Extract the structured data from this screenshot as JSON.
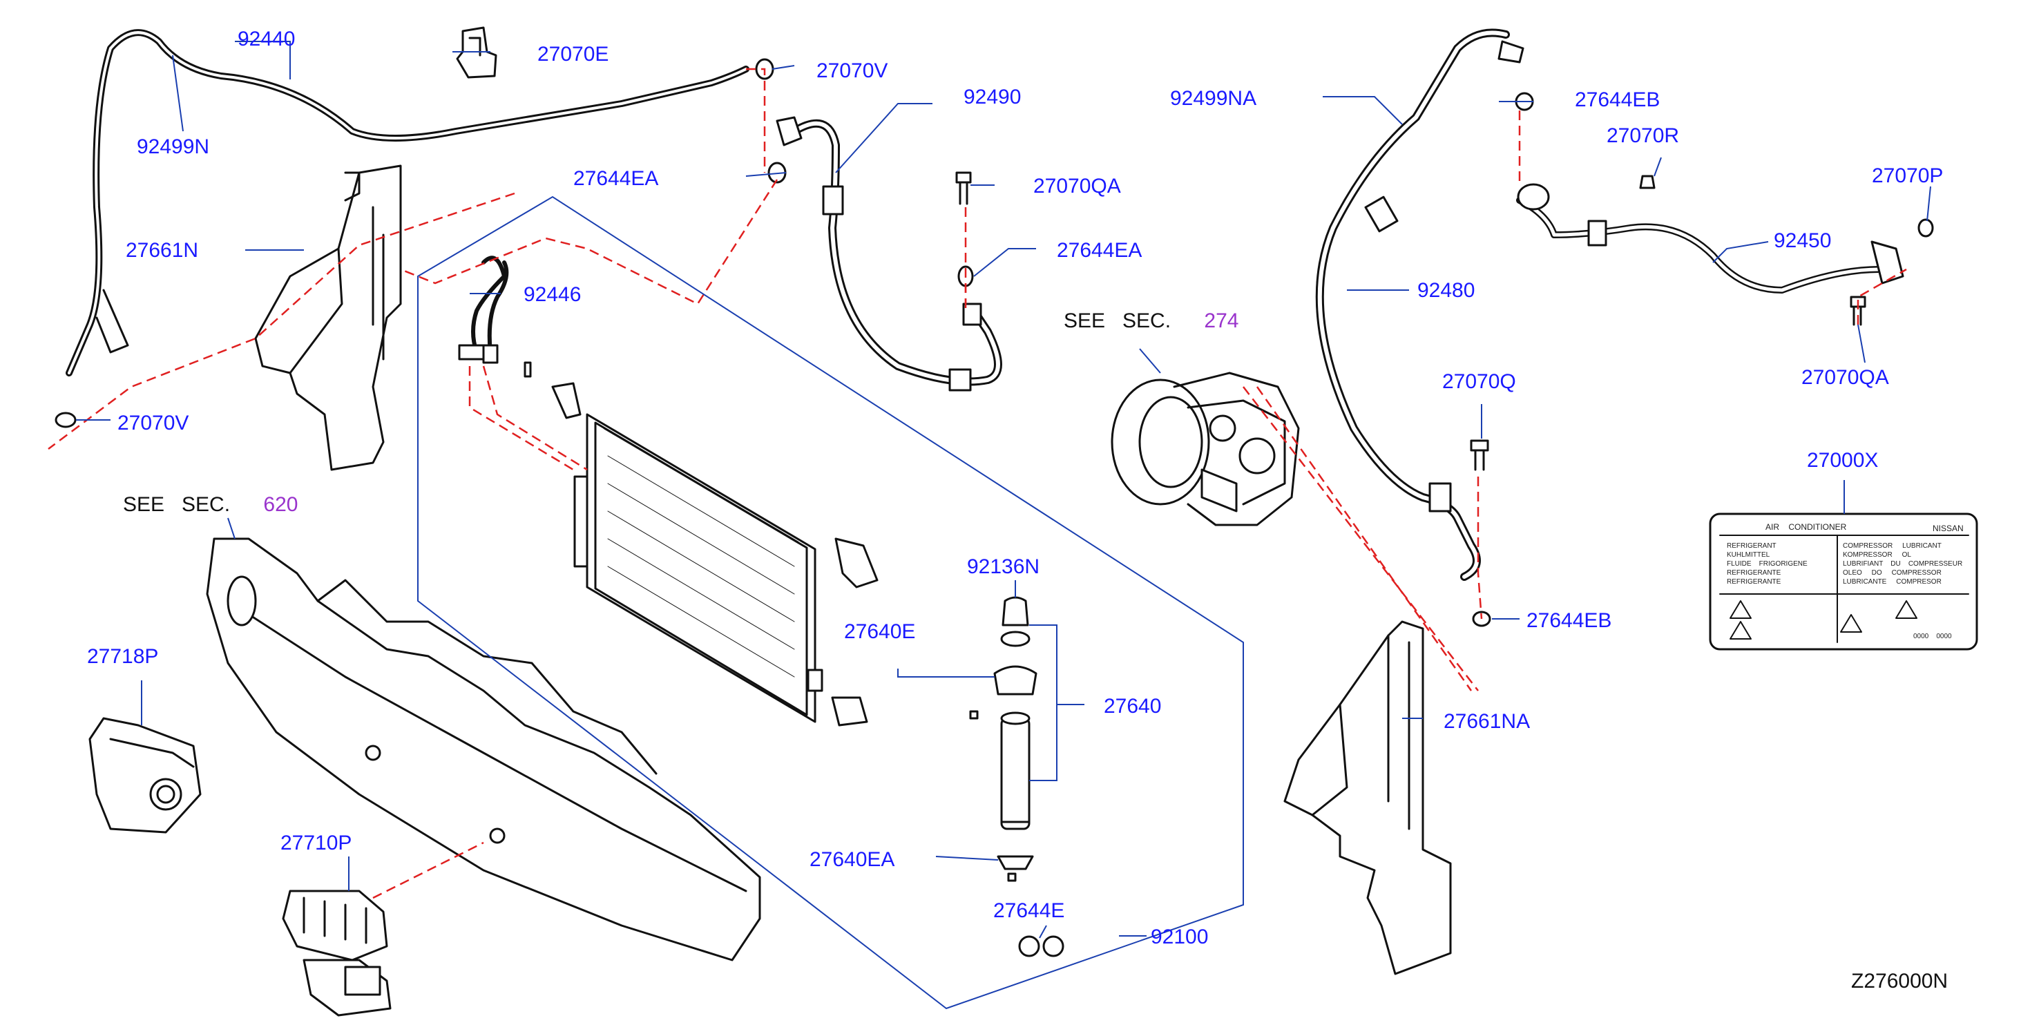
{
  "colors": {
    "label": "#1a1aff",
    "reference": "#9933cc",
    "leader": "#1a3fb0",
    "dash": "#e02020",
    "part": "#111111"
  },
  "labels": {
    "l92440": "92440",
    "l27070E": "27070E",
    "l27070V_top": "27070V",
    "l92490": "92490",
    "l92499N": "92499N",
    "l27644EA_top": "27644EA",
    "l27070QA_mid": "27070QA",
    "l27661N": "27661N",
    "l27644EA_mid": "27644EA",
    "l92446": "92446",
    "l27070V_left": "27070V",
    "l92499NA": "92499NA",
    "l27644EB_top": "27644EB",
    "l27070R": "27070R",
    "l27070P": "27070P",
    "l92450": "92450",
    "l92480": "92480",
    "l27070QA_right": "27070QA",
    "l27070Q": "27070Q",
    "l27000X": "27000X",
    "l27644EB_bot": "27644EB",
    "l27661NA": "27661NA",
    "l92136N": "92136N",
    "l27640E": "27640E",
    "l27640": "27640",
    "l27718P": "27718P",
    "l27640EA": "27640EA",
    "l27710P": "27710P",
    "l27644E": "27644E",
    "l92100": "92100",
    "diagram_code": "Z276000N"
  },
  "refs": {
    "see_sec_274": {
      "prefix": "SEE   SEC.",
      "num": "274"
    },
    "see_sec_620": {
      "prefix": "SEE   SEC.",
      "num": "620"
    }
  },
  "ac_label": {
    "title": "AIR    CONDITIONER",
    "brand": "NISSAN",
    "left_col": [
      "REFRIGERANT",
      "KUHLMITTEL",
      "FLUIDE    FRIGORIGENE",
      "REFRIGERANTE",
      "REFRIGERANTE"
    ],
    "right_col": [
      "COMPRESSOR     LUBRICANT",
      "KOMPRESSOR     OL",
      "LUBRIFIANT    DU    COMPRESSEUR",
      "OLEO     DO     COMPRESSOR",
      "LUBRICANTE     COMPRESOR"
    ],
    "code": "0000    0000"
  }
}
